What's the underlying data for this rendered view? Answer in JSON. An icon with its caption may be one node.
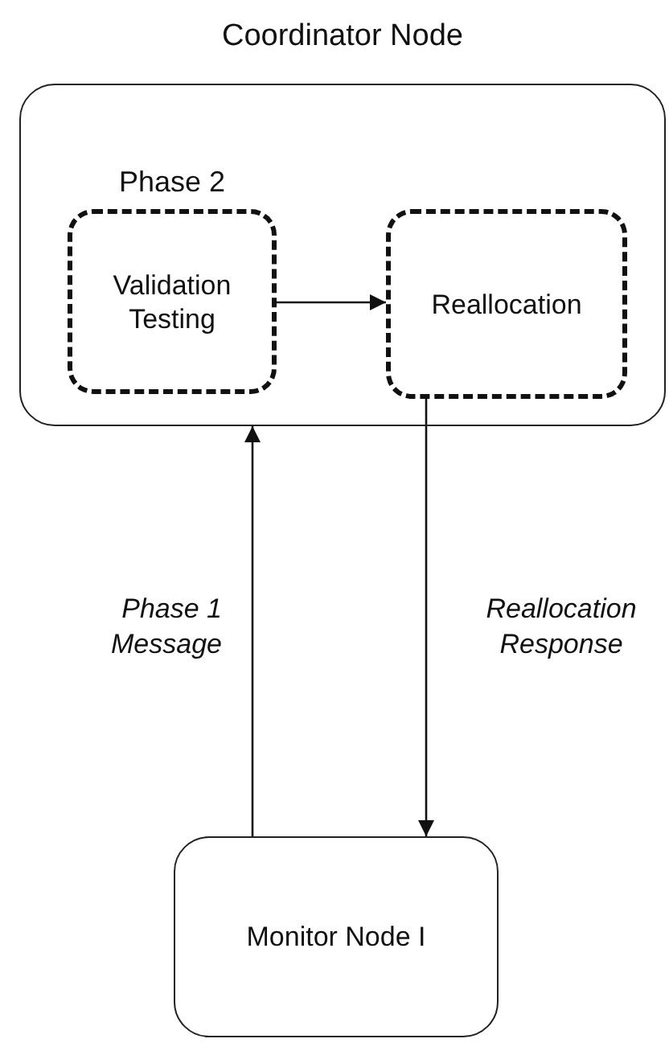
{
  "diagram": {
    "nodes": [
      {
        "text": [
          "Coordinator Node"
        ]
      },
      {
        "text": [
          "Phase 2",
          "Validation Testing"
        ],
        "in": 0
      },
      {
        "text": [
          "Reallocation"
        ],
        "in": 0
      },
      {
        "text": [
          "Monitor Node I"
        ]
      }
    ],
    "edges": [
      {
        "from": 1,
        "to": 2,
        "arrow": "to"
      },
      {
        "from": 3,
        "to": 0,
        "arrow": "to",
        "label": "Phase 1 Message"
      },
      {
        "from": 2,
        "to": 3,
        "arrow": "to",
        "label": "Reallocation Response"
      }
    ]
  }
}
